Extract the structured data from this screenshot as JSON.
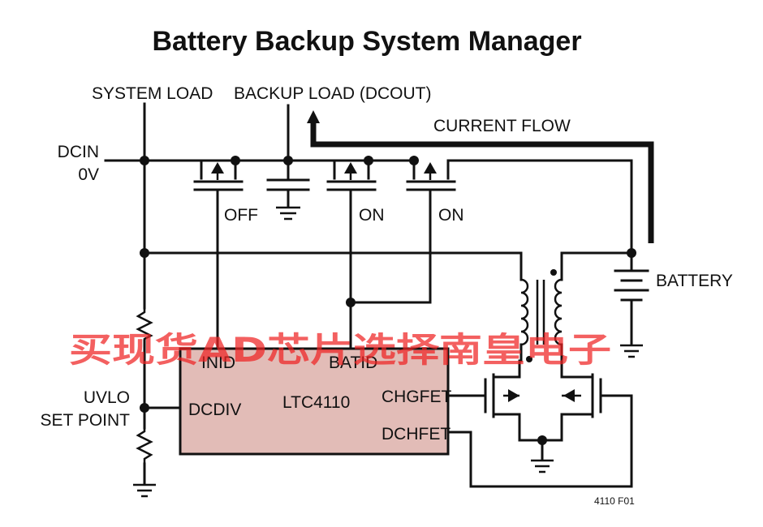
{
  "title": "Battery Backup System Manager",
  "labels": {
    "system_load": "SYSTEM LOAD",
    "backup_load": "BACKUP LOAD (DCOUT)",
    "current_flow": "CURRENT FLOW",
    "dcin": "DCIN",
    "zero_v": "0V",
    "fet1_state": "OFF",
    "fet2_state": "ON",
    "fet3_state": "ON",
    "battery": "BATTERY",
    "uvlo": "UVLO",
    "set_point": "SET POINT",
    "figure_ref": "4110 F01"
  },
  "chip": {
    "name": "LTC4110",
    "fill_color": "#e2bcb7",
    "pins": {
      "inid": "INID",
      "batid": "BATID",
      "dcdiv": "DCDIV",
      "chgfet": "CHGFET",
      "dchfet": "DCHFET"
    }
  },
  "watermark": "买现货AD芯片选择南皇电子",
  "colors": {
    "watermark": "#ee2222",
    "ink": "#111111"
  }
}
